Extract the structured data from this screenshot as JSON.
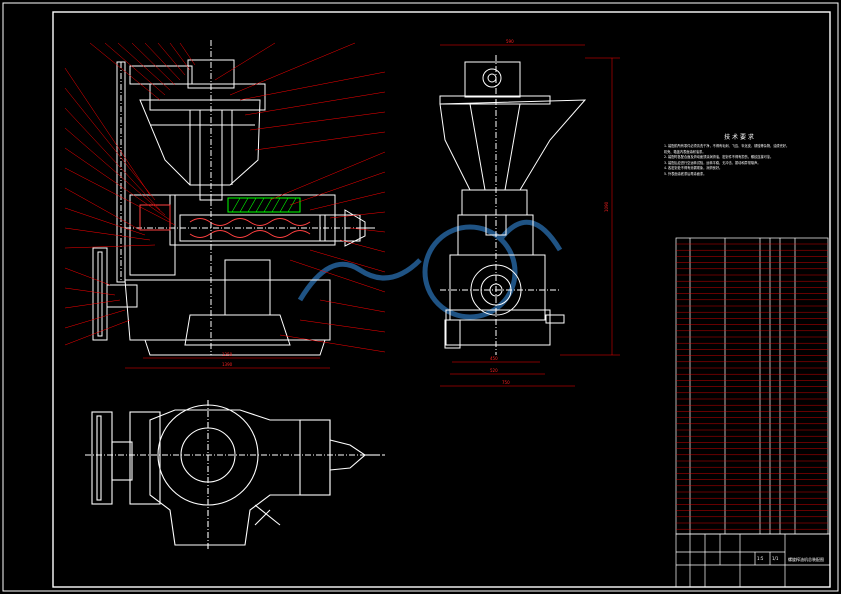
{
  "drawing": {
    "background": "#000000",
    "line_color": "#ffffff",
    "leader_color": "#ff0000",
    "hatch_color": "#00ff00",
    "watermark_color": "#2a6fb0",
    "dim_color": "#ff2020"
  },
  "dimensions": {
    "front_width_inner": "1250",
    "front_width_outer": "1390",
    "side_top": "590",
    "side_height": "1090",
    "side_w1": "450",
    "side_w2": "520",
    "side_w3": "750"
  },
  "tech_notes": {
    "title": "技 术 要 求",
    "lines": [
      "1. 装配前所有零件必须清洗干净，不得有毛刺、飞边、氧化皮、锈蚀等杂物，油漆完好。",
      "   机壳、箱盖内表面涂耐油漆。",
      "2. 装配时各配合面及滑动面须涂润滑油，密封件不得有损伤，螺纹连接可靠。",
      "3. 装配后应进行空运转试验，运转平稳，无冲击、振动和异常噪声。",
      "4. 各密封处不得有渗漏现象，润滑良好。",
      "5. 外表面涂底漆后再涂面漆。"
    ]
  },
  "title_block": {
    "drawing_name": "螺旋榨油机总装配图",
    "scale": "1:5",
    "sheet": "1/1"
  }
}
